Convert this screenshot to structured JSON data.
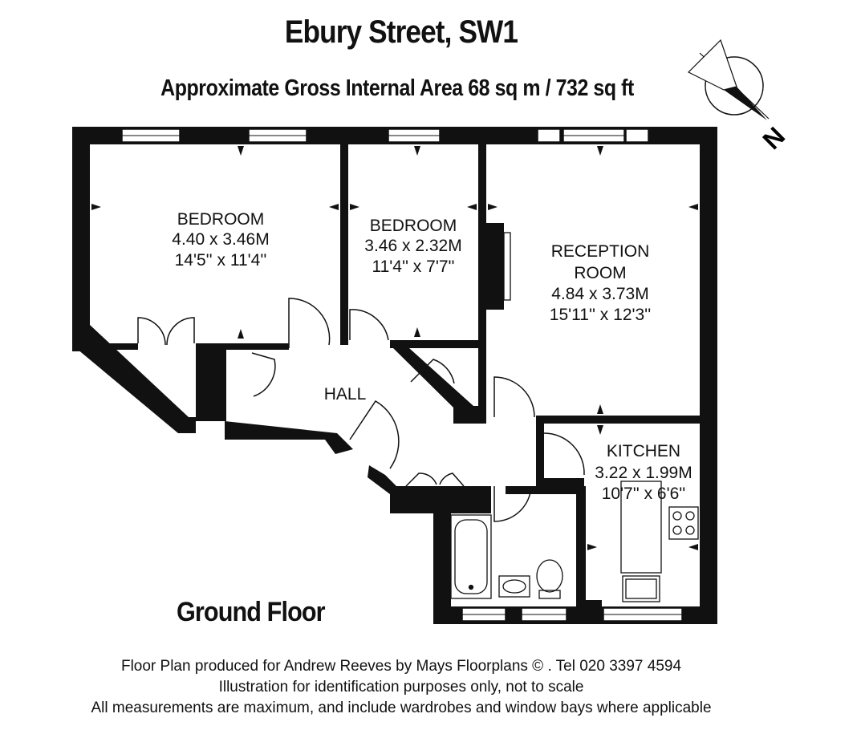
{
  "title": "Ebury Street, SW1",
  "subtitle": "Approximate Gross Internal Area 68 sq m /  732 sq ft",
  "compass_letter": "N",
  "floor_label": "Ground Floor",
  "rooms": [
    {
      "name": "BEDROOM",
      "metric": "4.40 x 3.46M",
      "imperial": "14'5'' x 11'4''"
    },
    {
      "name": "BEDROOM",
      "metric": "3.46 x 2.32M",
      "imperial": "11'4'' x 7'7''"
    },
    {
      "name_line1": "RECEPTION",
      "name_line2": "ROOM",
      "metric": "4.84 x 3.73M",
      "imperial": "15'11'' x 12'3''"
    },
    {
      "name": "KITCHEN",
      "metric": "3.22 x 1.99M",
      "imperial": "10'7'' x 6'6''"
    },
    {
      "name": "HALL"
    }
  ],
  "footer": {
    "line1": "Floor Plan produced for Andrew Reeves by Mays Floorplans  © . Tel 020 3397 4594",
    "line2": "Illustration for identification purposes only, not to scale",
    "line3": "All measurements are maximum, and include wardrobes and window bays where applicable"
  },
  "colors": {
    "wall": "#111111",
    "background": "#ffffff"
  }
}
